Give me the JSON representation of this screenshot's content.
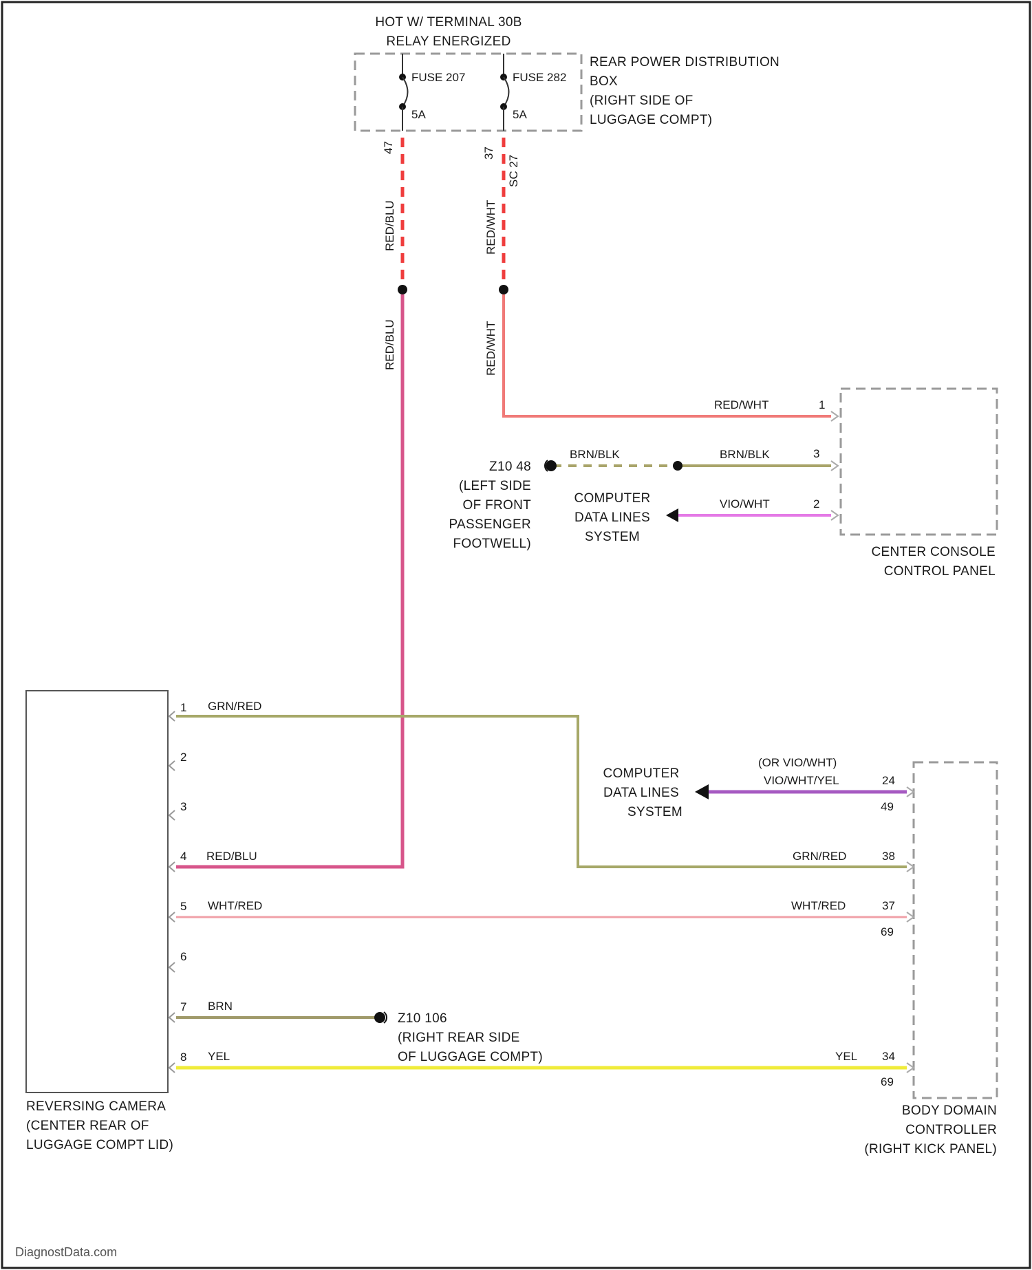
{
  "hot_label": [
    "HOT W/ TERMINAL 30B",
    "RELAY ENERGIZED"
  ],
  "rear_box": {
    "label": [
      "REAR POWER DISTRIBUTION",
      "BOX",
      "(RIGHT SIDE OF",
      "LUGGAGE COMPT)"
    ],
    "fuse_a": {
      "name": "FUSE 207",
      "rating": "5A",
      "pin": "47"
    },
    "fuse_b": {
      "name": "FUSE 282",
      "rating": "5A",
      "pin": "37",
      "connector": "SC 27"
    }
  },
  "wires": {
    "red_blu": "RED/BLU",
    "red_wht": "RED/WHT",
    "brn_blk": "BRN/BLK",
    "vio_wht": "VIO/WHT",
    "grn_red": "GRN/RED",
    "vio_wht_yel_alt": "(OR VIO/WHT)",
    "vio_wht_yel": "VIO/WHT/YEL",
    "wht_red": "WHT/RED",
    "brn": "BRN",
    "yel": "YEL"
  },
  "ground_left": {
    "id": "Z10 48",
    "location": [
      "(LEFT SIDE",
      "OF FRONT",
      "PASSENGER",
      "FOOTWELL)"
    ]
  },
  "ground_right": {
    "id": "Z10 106",
    "location": [
      "(RIGHT REAR SIDE",
      "OF LUGGAGE COMPT)"
    ]
  },
  "data_lines": [
    "COMPUTER",
    "DATA LINES",
    "SYSTEM"
  ],
  "center_console": {
    "label": [
      "CENTER CONSOLE",
      "CONTROL PANEL"
    ],
    "pins": {
      "red_wht": "1",
      "brn_blk": "3",
      "vio_wht": "2"
    }
  },
  "camera": {
    "label": [
      "REVERSING CAMERA",
      "(CENTER REAR OF",
      "LUGGAGE COMPT LID)"
    ],
    "pins": [
      "1",
      "2",
      "3",
      "4",
      "5",
      "6",
      "7",
      "8"
    ]
  },
  "bdc": {
    "label": [
      "BODY DOMAIN",
      "CONTROLLER",
      "(RIGHT KICK PANEL)"
    ],
    "pins": {
      "data": "24",
      "data_conn": "49",
      "grn_red": "38",
      "wht_red": "37",
      "wht_red_conn": "69",
      "yel": "34",
      "yel_conn": "69"
    }
  },
  "footer": "DiagnostData.com",
  "colors": {
    "red_blu": "#d7558a",
    "red_wht": "#f07a78",
    "brn_blk": "#a9a46a",
    "vio_wht": "#e47ae6",
    "grn_red": "#a6a868",
    "vio_wht_yel": "#a65ac2",
    "wht_red": "#f0a0a8",
    "brn": "#a09a6a",
    "yel": "#f0ec3a",
    "fuse_red": "#ef3d3d",
    "dash_box": "#9a9a9a"
  }
}
